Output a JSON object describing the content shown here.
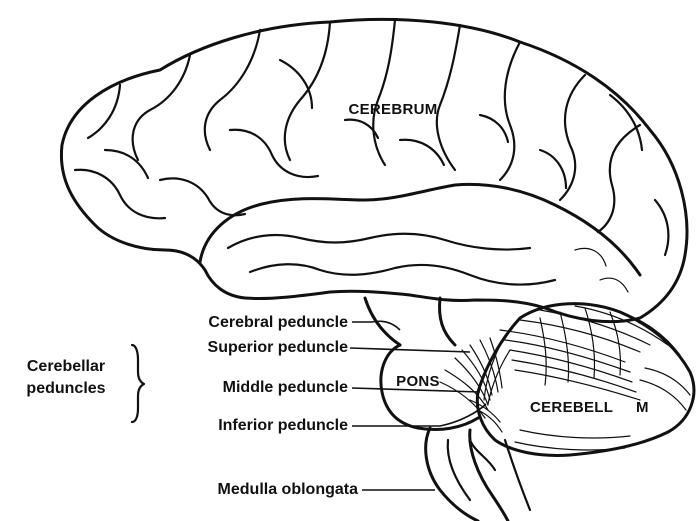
{
  "labels": {
    "cerebrum": "CEREBRUM",
    "pons": "PONS",
    "cerebellum": "CEREBELL",
    "cerebellum_tail": "M",
    "cerebral_peduncle": "Cerebral peduncle",
    "superior_peduncle": "Superior peduncle",
    "middle_peduncle": "Middle peduncle",
    "inferior_peduncle": "Inferior peduncle",
    "medulla_oblongata": "Medulla oblongata",
    "cerebellar_peduncles_line1": "Cerebellar",
    "cerebellar_peduncles_line2": "peduncles"
  },
  "colors": {
    "ink": "#111111",
    "background": "#ffffff"
  }
}
